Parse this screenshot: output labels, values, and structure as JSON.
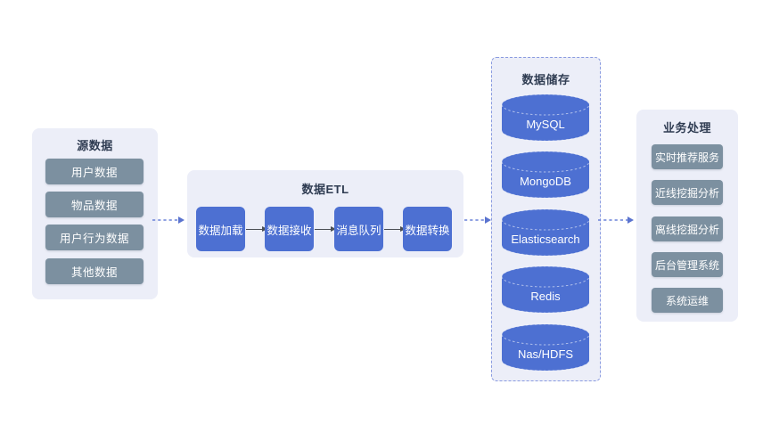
{
  "source_panel": {
    "title": "源数据",
    "items": [
      "用户数据",
      "物品数据",
      "用户行为数据",
      "其他数据"
    ]
  },
  "etl_panel": {
    "title": "数据ETL",
    "steps": [
      "数据加载",
      "数据接收",
      "消息队列",
      "数据转换"
    ]
  },
  "storage_panel": {
    "title": "数据储存",
    "databases": [
      "MySQL",
      "MongoDB",
      "Elasticsearch",
      "Redis",
      "Nas/HDFS"
    ]
  },
  "business_panel": {
    "title": "业务处理",
    "items": [
      "实时推荐服务",
      "近线挖掘分析",
      "离线挖掘分析",
      "后台管理系统",
      "系统运维"
    ]
  },
  "colors": {
    "panel_bg": "#eceef8",
    "node_blue": "#4d70d2",
    "node_gray": "#7c90a0",
    "title_text": "#2f3c52",
    "dashed_arrow": "#6b82d8",
    "solid_arrow": "#4a4e54",
    "storage_border": "#8a9be0"
  }
}
